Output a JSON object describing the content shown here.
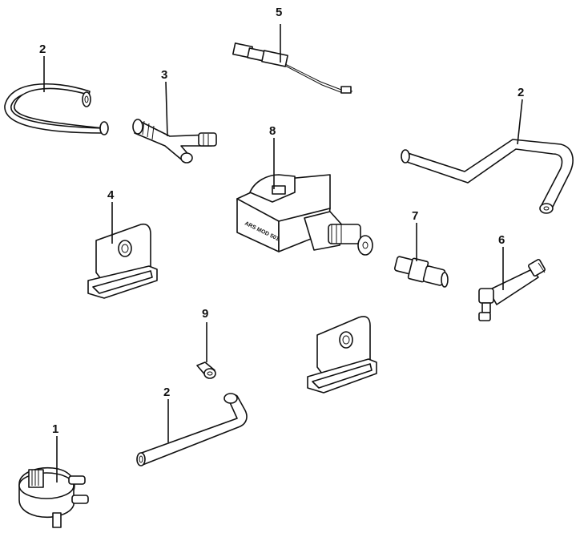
{
  "diagram": {
    "callouts": {
      "c1": "1",
      "c2a": "2",
      "c2b": "2",
      "c2c": "2",
      "c3": "3",
      "c4": "4",
      "c5": "5",
      "c6": "6",
      "c7": "7",
      "c8": "8",
      "c9": "9"
    },
    "pump_label": "ARS MOD 501"
  }
}
